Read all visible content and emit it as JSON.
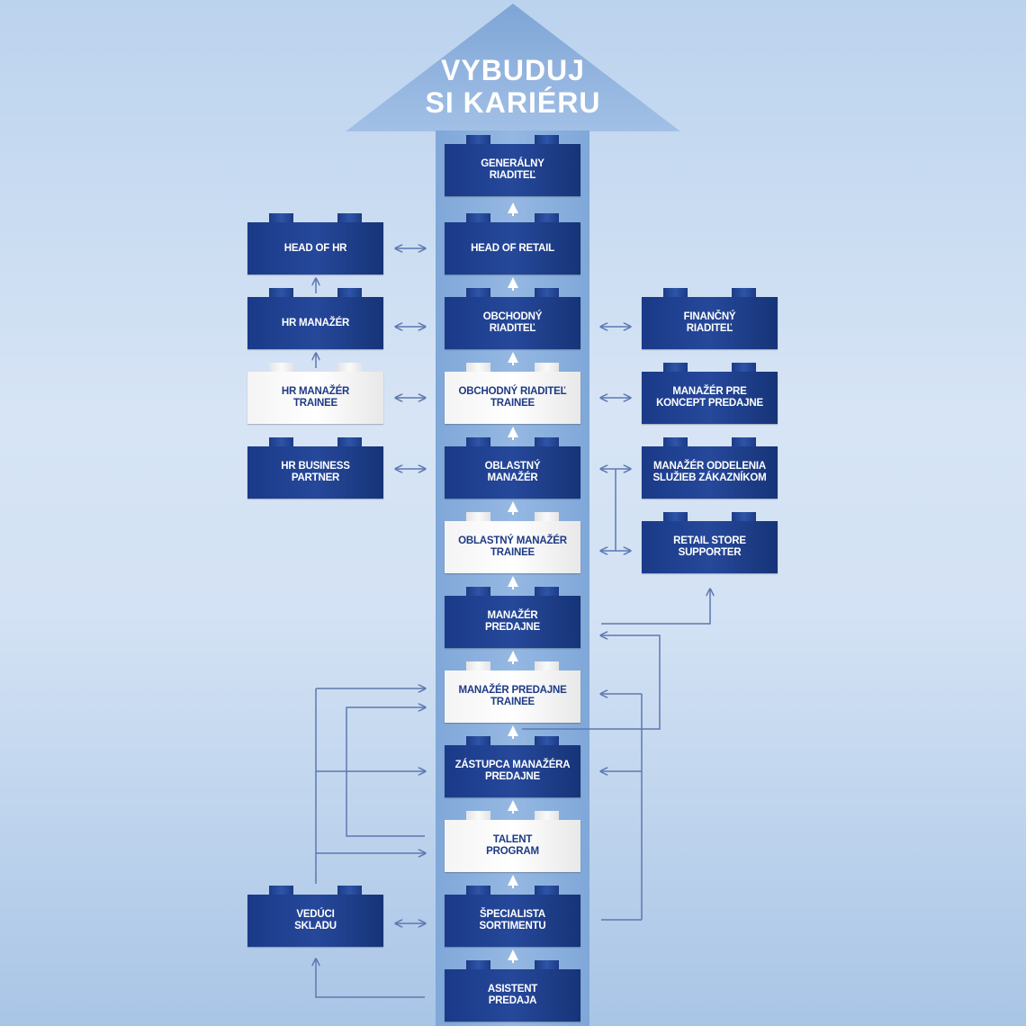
{
  "title": "VYBUDUJ\nSI KARIÉRU",
  "colors": {
    "block_dark": "#1e3f8f",
    "block_light": "#f4f4f4",
    "arrow": "#8fb3de",
    "line": "#5e78b0"
  },
  "center": [
    {
      "label": "GENERÁLNY\nRIADITEĽ"
    },
    {
      "label": "HEAD OF RETAIL"
    },
    {
      "label": "OBCHODNÝ\nRIADITEĽ"
    },
    {
      "label": "OBCHODNÝ RIADITEĽ\nTRAINEE"
    },
    {
      "label": "OBLASTNÝ\nMANAŽÉR"
    },
    {
      "label": "OBLASTNÝ MANAŽÉR\nTRAINEE"
    },
    {
      "label": "MANAŽÉR\nPREDAJNE"
    },
    {
      "label": "MANAŽÉR PREDAJNE\nTRAINEE"
    },
    {
      "label": "ZÁSTUPCA MANAŽÉRA\nPREDAJNE"
    },
    {
      "label": "TALENT\nPROGRAM"
    },
    {
      "label": "ŠPECIALISTA\nSORTIMENTU"
    },
    {
      "label": "ASISTENT\nPREDAJA"
    }
  ],
  "left": [
    {
      "label": "HEAD OF HR"
    },
    {
      "label": "HR MANAŽÉR"
    },
    {
      "label": "HR MANAŽÉR\nTRAINEE"
    },
    {
      "label": "HR BUSINESS\nPARTNER"
    },
    {
      "label": "VEDÚCI\nSKLADU"
    }
  ],
  "right": [
    {
      "label": "FINANČNÝ\nRIADITEĽ"
    },
    {
      "label": "MANAŽÉR PRE\nKONCEPT PREDAJNE"
    },
    {
      "label": "MANAŽÉR ODDELENIA\nSLUŽIEB ZÁKAZNÍKOM"
    },
    {
      "label": "RETAIL STORE\nSUPPORTER"
    }
  ]
}
